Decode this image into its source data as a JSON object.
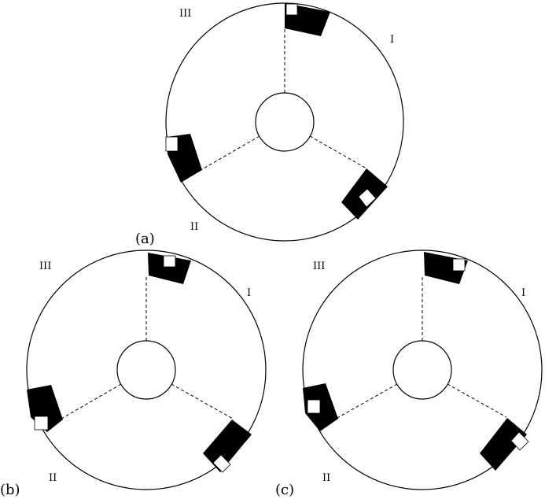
{
  "colors": {
    "stroke": "#000000",
    "fill_dark": "#000000",
    "fill_light": "#ffffff",
    "background": "#ffffff"
  },
  "panels": [
    {
      "id": "a",
      "caption": "(a)",
      "sectors": [
        {
          "label": "I"
        },
        {
          "label": "II"
        },
        {
          "label": "III"
        }
      ]
    },
    {
      "id": "b",
      "caption": "(b)",
      "sectors": [
        {
          "label": "I"
        },
        {
          "label": "II"
        },
        {
          "label": "III"
        }
      ]
    },
    {
      "id": "c",
      "caption": "(c)",
      "sectors": [
        {
          "label": "I"
        },
        {
          "label": "II"
        },
        {
          "label": "III"
        }
      ]
    }
  ]
}
